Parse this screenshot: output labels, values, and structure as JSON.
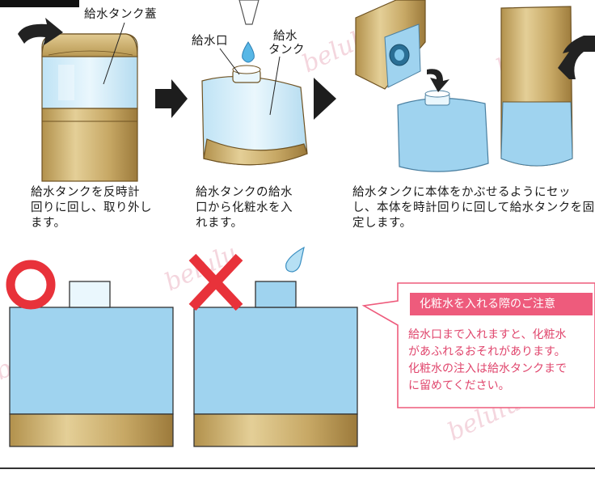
{
  "labels": {
    "tank_cap": "給水タンク蓋",
    "inlet": "給水口",
    "tank_line1": "給水",
    "tank_line2": "タンク"
  },
  "steps": [
    {
      "line1": "給水タンクを反時計",
      "line2": "回りに回し、取り外し",
      "line3": "ます。"
    },
    {
      "line1": "給水タンクの給水",
      "line2": "口から化粧水を入",
      "line3": "れます。"
    },
    {
      "line1": "給水タンクに本体をかぶせるようにセッ",
      "line2": "し、本体を時計回りに回して給水タンクを固",
      "line3": "定します。"
    }
  ],
  "notice": {
    "title": "化粧水を入れる際のご注意",
    "line1": "給水口まで入れますと、化粧水",
    "line2": "があふれるおそれがあります。",
    "line3": "化粧水の注入は給水タンクまで",
    "line4": "に留めてください。"
  },
  "watermark": "belulu",
  "colors": {
    "gold": "#c9ac6b",
    "gold_dark": "#8a6a2a",
    "water": "#9fd3ef",
    "water_light": "#d3ecf8",
    "ok_circle": "#e8323a",
    "ng_cross": "#e8323a",
    "accent_pink": "#ee5b7c",
    "arrow": "#222222"
  }
}
